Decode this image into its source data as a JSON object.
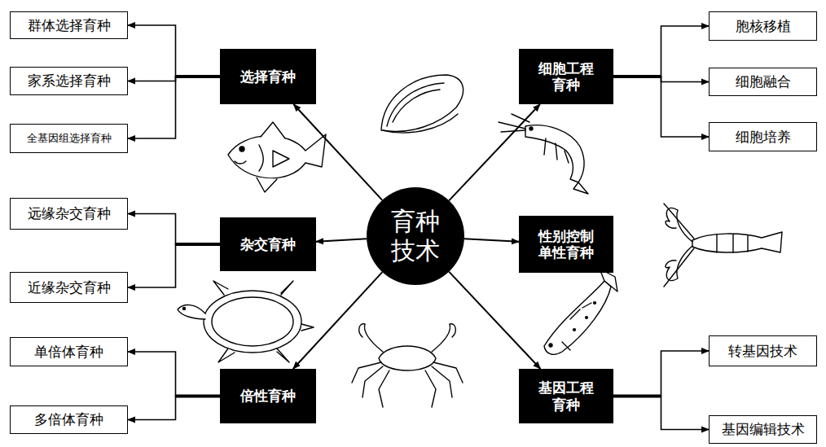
{
  "diagram": {
    "nodes": [
      {
        "text": [
          "育种 技术"
        ]
      },
      {
        "text": [
          "选择育种"
        ]
      },
      {
        "text": [
          "杂交育种"
        ]
      },
      {
        "text": [
          "倍性育种"
        ]
      },
      {
        "text": [
          "细胞工程 育种"
        ]
      },
      {
        "text": [
          "性别控制 单性育种"
        ]
      },
      {
        "text": [
          "基因工程 育种"
        ]
      },
      {
        "text": [
          "群体选择育种"
        ]
      },
      {
        "text": [
          "家系选择育种"
        ]
      },
      {
        "text": [
          "全基因组选择育种"
        ]
      },
      {
        "text": [
          "远缘杂交育种"
        ]
      },
      {
        "text": [
          "近缘杂交育种"
        ]
      },
      {
        "text": [
          "单倍体育种"
        ]
      },
      {
        "text": [
          "多倍体育种"
        ]
      },
      {
        "text": [
          "胞核移植"
        ]
      },
      {
        "text": [
          "细胞融合"
        ]
      },
      {
        "text": [
          "细胞培养"
        ]
      },
      {
        "text": [
          "转基因技术"
        ]
      },
      {
        "text": [
          "基因编辑技术"
        ]
      }
    ],
    "edges": [
      {
        "from": 0,
        "to": 1,
        "arrow": "to"
      },
      {
        "from": 0,
        "to": 2,
        "arrow": "to"
      },
      {
        "from": 0,
        "to": 3,
        "arrow": "to"
      },
      {
        "from": 0,
        "to": 4,
        "arrow": "to"
      },
      {
        "from": 0,
        "to": 5,
        "arrow": "to"
      },
      {
        "from": 0,
        "to": 6,
        "arrow": "to"
      },
      {
        "from": 1,
        "to": 7,
        "arrow": "to"
      },
      {
        "from": 1,
        "to": 8,
        "arrow": "to"
      },
      {
        "from": 1,
        "to": 9,
        "arrow": "to"
      },
      {
        "from": 2,
        "to": 10,
        "arrow": "to"
      },
      {
        "from": 2,
        "to": 11,
        "arrow": "to"
      },
      {
        "from": 3,
        "to": 12,
        "arrow": "to"
      },
      {
        "from": 3,
        "to": 13,
        "arrow": "to"
      },
      {
        "from": 4,
        "to": 14,
        "arrow": "to"
      },
      {
        "from": 4,
        "to": 15,
        "arrow": "to"
      },
      {
        "from": 4,
        "to": 16,
        "arrow": "to"
      },
      {
        "from": 6,
        "to": 17,
        "arrow": "to"
      },
      {
        "from": 6,
        "to": 18,
        "arrow": "to"
      }
    ]
  }
}
